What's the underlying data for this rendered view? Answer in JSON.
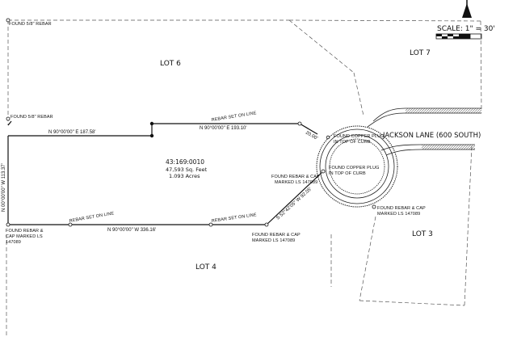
{
  "scale": {
    "label": "SCALE: 1\" = 30'"
  },
  "lots": {
    "lot6": "LOT 6",
    "lot7": "LOT 7",
    "lot3": "LOT 3",
    "lot4": "LOT 4"
  },
  "street": "JACKSON LANE (600 SOUTH)",
  "parcel": {
    "id": "43:169:0010",
    "sqft": "47,593 Sq. Feet",
    "acres": "1.093 Acres"
  },
  "bearings": {
    "n_upper_left": "N 90°00'00\" E  187.58'",
    "n_upper_right": "N 90°00'00\" E  193.10'",
    "south": "N 90°00'00\" W  336.16'",
    "west": "N 00°00'00\" W  113.37'",
    "se_diag": "S 52°42'05\" W  92.05'",
    "ne_diag": "20.00'"
  },
  "notes": {
    "rebar_top": "FOUND 5/8\" REBAR",
    "rebar_left": "FOUND 5/8\" REBAR",
    "rebar_set_1": "REBAR SET ON LINE",
    "rebar_set_2": "REBAR SET ON LINE",
    "rebar_set_3": "REBAR SET ON LINE",
    "copper_1_a": "FOUND COPPER PLUG",
    "copper_1_b": "IN TOP OF CURB",
    "copper_2_a": "FOUND COPPER PLUG",
    "copper_2_b": "IN TOP OF CURB",
    "cap_center_a": "FOUND REBAR & CAP",
    "cap_center_b": "MARKED LS 147089",
    "cap_right_a": "FOUND REBAR & CAP",
    "cap_right_b": "MARKED LS 147089",
    "cap_bottom_a": "FOUND REBAR & CAP",
    "cap_bottom_b": "MARKED LS 147089",
    "cap_left_a": "FOUND REBAR &",
    "cap_left_b": "CAP MARKED LS",
    "cap_left_c": "147089"
  }
}
